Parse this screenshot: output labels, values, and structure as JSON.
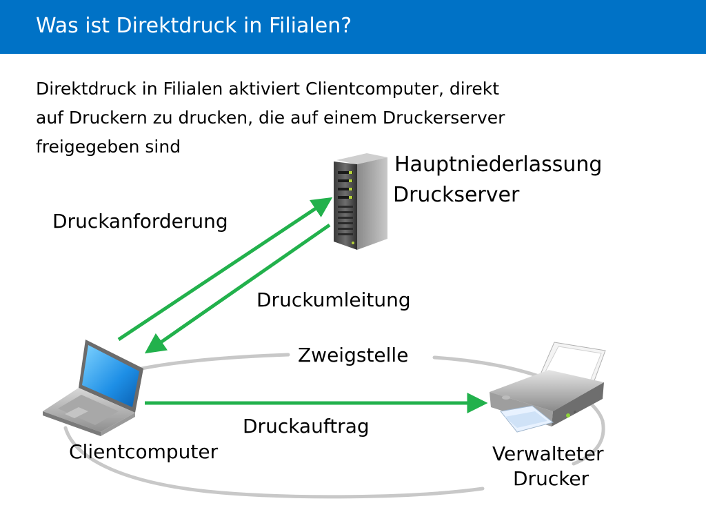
{
  "slide": {
    "title": "Was ist Direktdruck in Filialen?",
    "intro_lines": [
      "Direktdruck in Filialen aktiviert Clientcomputer, direkt",
      "auf Druckern zu drucken, die auf einem Druckerserver",
      "freigegeben sind"
    ]
  },
  "diagram": {
    "server_label_1": "Hauptniederlassung",
    "server_label_2": "Druckserver",
    "request_label": "Druckanforderung",
    "redirect_label": "Druckumleitung",
    "branch_label": "Zweigstelle",
    "client_label": "Clientcomputer",
    "job_label": "Druckauftrag",
    "printer_label_1": "Verwalteter",
    "printer_label_2": "Drucker"
  },
  "icons": {
    "server": "server-icon",
    "laptop": "laptop-icon",
    "printer": "printer-icon"
  },
  "colors": {
    "title_bar": "#0072C6",
    "arrow": "#22B14C",
    "ellipse": "#C8C8C8"
  }
}
